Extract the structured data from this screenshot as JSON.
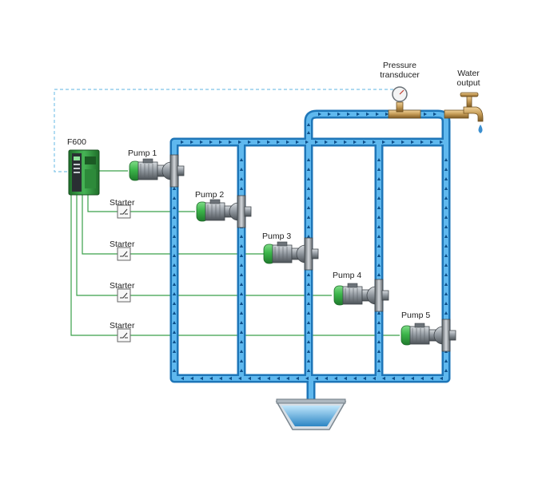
{
  "controller": {
    "label": "F600"
  },
  "pressure_transducer": {
    "label_line1": "Pressure",
    "label_line2": "transducer"
  },
  "water_output": {
    "label_line1": "Water",
    "label_line2": "output"
  },
  "pumps": [
    {
      "label": "Pump 1"
    },
    {
      "label": "Pump 2"
    },
    {
      "label": "Pump 3"
    },
    {
      "label": "Pump 4"
    },
    {
      "label": "Pump 5"
    }
  ],
  "starters": [
    {
      "label": "Starter"
    },
    {
      "label": "Starter"
    },
    {
      "label": "Starter"
    },
    {
      "label": "Starter"
    }
  ],
  "colors": {
    "pipe_outer": "#1e76b8",
    "pipe_inner": "#5fb8ee",
    "flow_arrow": "#0d4f8a",
    "control_wire": "#3aa04a",
    "signal_line": "#7ec4e8",
    "pump_green": "#3cb54a",
    "pump_metal": "#9aa0a6",
    "brass": "#c49a55"
  }
}
